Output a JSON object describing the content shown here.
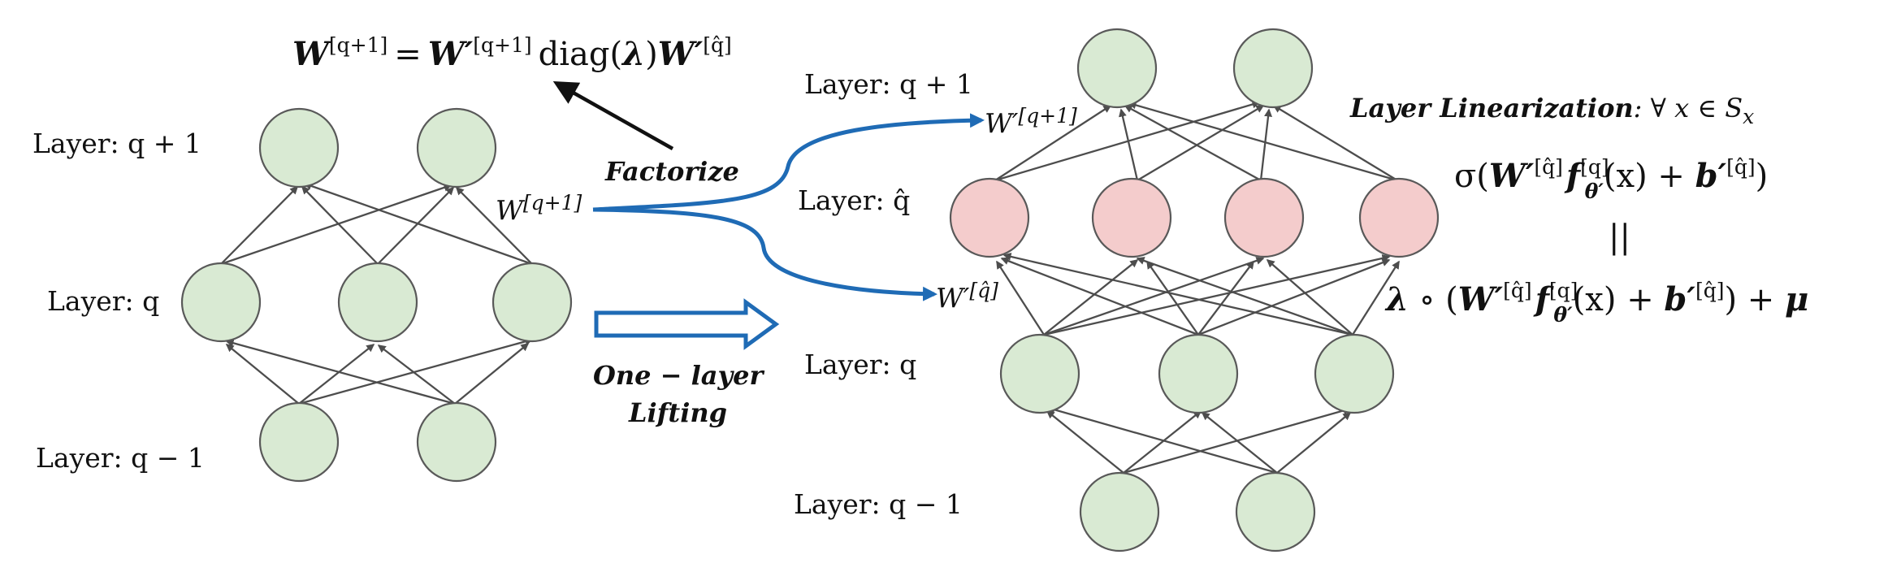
{
  "factorize_equation": {
    "lhs": "W",
    "lhs_sup": "[q+1]",
    "equals": "=",
    "w1": "W′",
    "w1_sup": "[q+1]",
    "diag": "diag(",
    "lambda": "λ",
    "close": ")",
    "w2": "W′",
    "w2_sup": "[q̂]"
  },
  "left_network": {
    "label_q_plus_1": "Layer: q + 1",
    "label_q": "Layer: q",
    "label_q_minus_1": "Layer: q − 1",
    "weight_label": "W",
    "weight_sup": "[q+1]"
  },
  "factorize_label": "Factorize",
  "lifting_label_line1": "One − layer",
  "lifting_label_line2": "Lifting",
  "right_network": {
    "label_q_plus_1": "Layer: q + 1",
    "label_q_hat": "Layer: q̂",
    "label_q": "Layer: q",
    "label_q_minus_1": "Layer: q − 1",
    "w_top": "W′",
    "w_top_sup": "[q+1]",
    "w_bottom": "W′",
    "w_bottom_sup": "[q̂]"
  },
  "linearization": {
    "title": "Layer  Linearization",
    "condition": ": ∀ x ∈ S",
    "condition_sub": "x",
    "line1_sigma": "σ(",
    "line1_w": "W′",
    "line1_w_sup": "[q̂]",
    "line1_f": "f",
    "line1_f_sup": "[q]",
    "line1_f_sub": "θ′",
    "line1_x": "(x) + ",
    "line1_b": "b′",
    "line1_b_sup": "[q̂]",
    "line1_close": ")",
    "equals_bars": "||",
    "line2_lambda": "λ",
    "line2_circ": " ∘ (",
    "line2_w": "W′",
    "line2_w_sup": "[q̂]",
    "line2_f": "f",
    "line2_f_sup": "[q]",
    "line2_f_sub": "θ′",
    "line2_x": "(x) + ",
    "line2_b": "b′",
    "line2_b_sup": "[q̂]",
    "line2_close": ") + ",
    "line2_mu": "μ"
  },
  "colors": {
    "node_green": "#d9ead3",
    "node_red": "#f4cccc",
    "edge": "#4d4d4d",
    "blue": "#1f6bb5"
  }
}
